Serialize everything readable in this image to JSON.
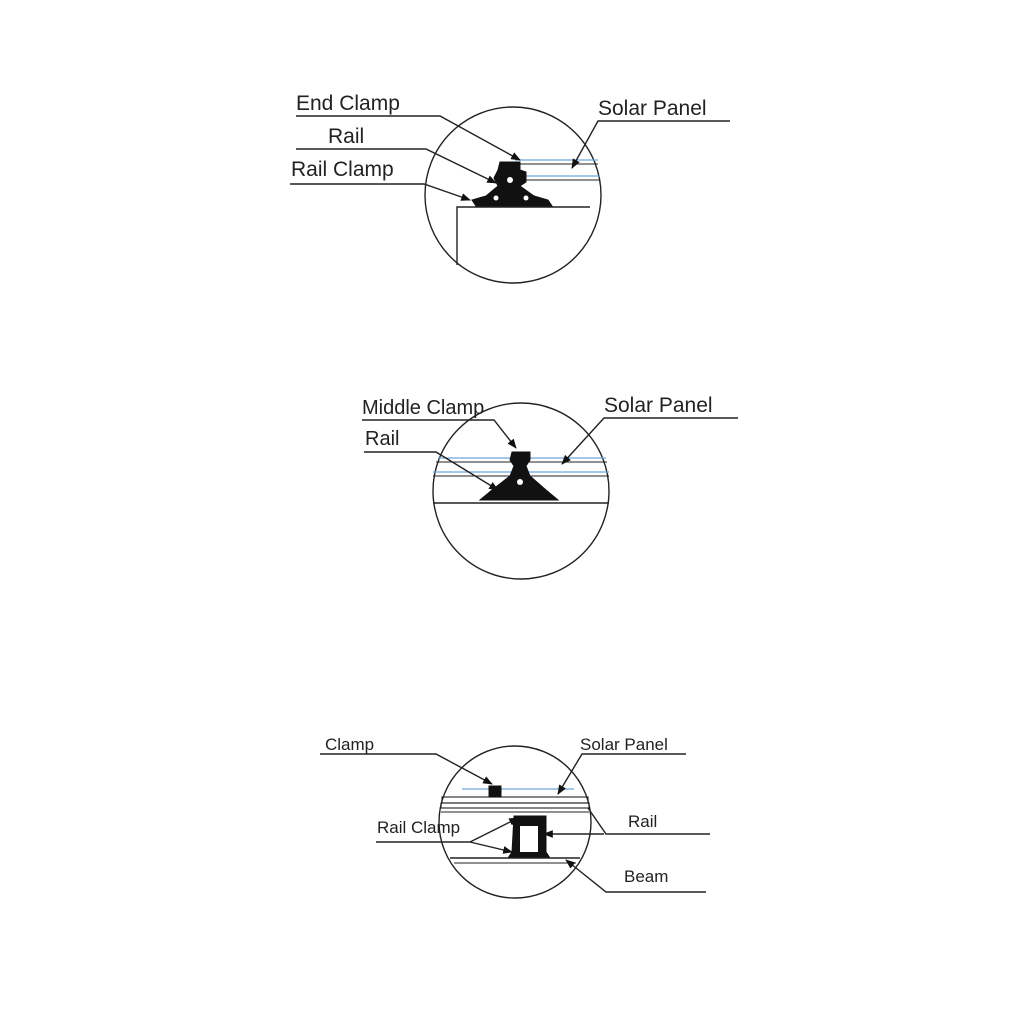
{
  "diagrams": [
    {
      "id": "end-clamp-detail",
      "labels": {
        "end_clamp": "End Clamp",
        "rail": "Rail",
        "rail_clamp": "Rail Clamp",
        "solar_panel": "Solar  Panel"
      }
    },
    {
      "id": "middle-clamp-detail",
      "labels": {
        "middle_clamp": "Middle Clamp",
        "rail": "Rail",
        "solar_panel": "Solar  Panel"
      }
    },
    {
      "id": "clamp-beam-detail",
      "labels": {
        "clamp": "Clamp",
        "solar_panel": "Solar Panel",
        "rail_clamp": "Rail Clamp",
        "rail": "Rail",
        "beam": "Beam"
      }
    }
  ],
  "colors": {
    "line": "#222222",
    "panel_glass": "#6fa8dc",
    "background": "#ffffff"
  }
}
